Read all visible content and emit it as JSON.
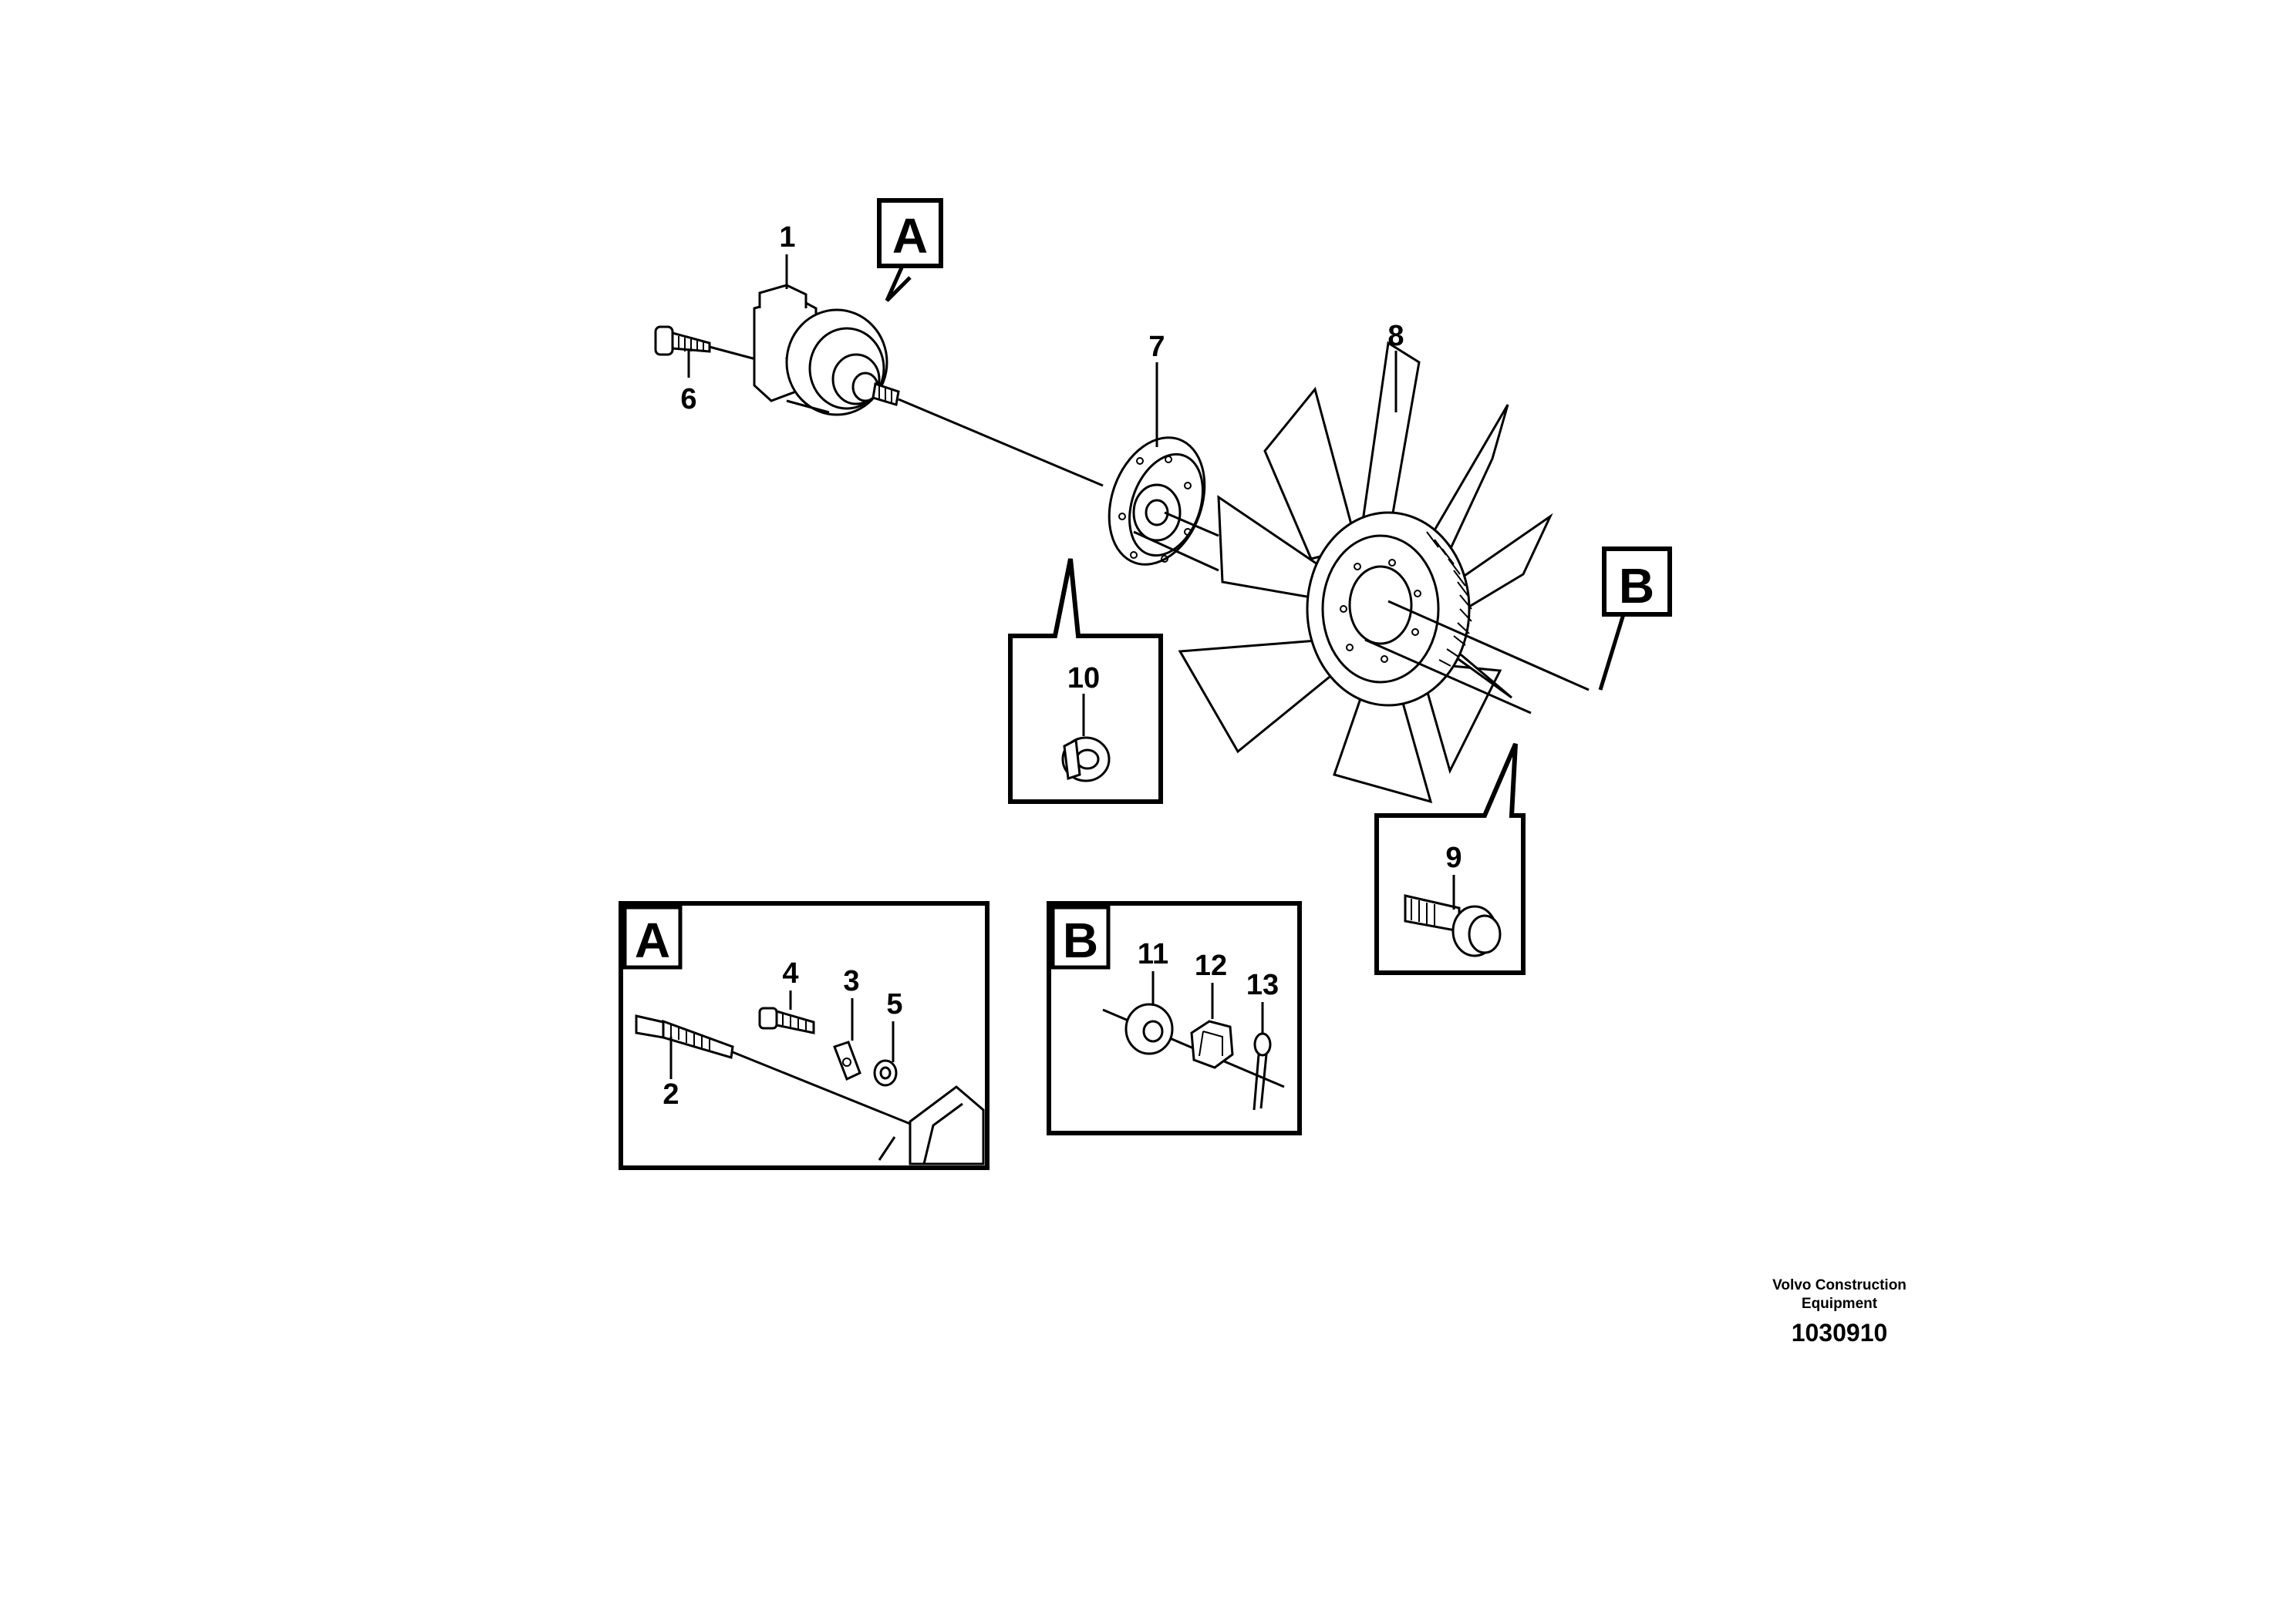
{
  "labels": {
    "p1": "1",
    "p2": "2",
    "p3": "3",
    "p4": "4",
    "p5": "5",
    "p6": "6",
    "p7": "7",
    "p8": "8",
    "p9": "9",
    "p10": "10",
    "p11": "11",
    "p12": "12",
    "p13": "13"
  },
  "callouts": {
    "a_top": "A",
    "b_top": "B",
    "a_detail": "A",
    "b_detail": "B"
  },
  "footer": {
    "company_line1": "Volvo Construction",
    "company_line2": "Equipment",
    "doc_number": "1030910"
  }
}
